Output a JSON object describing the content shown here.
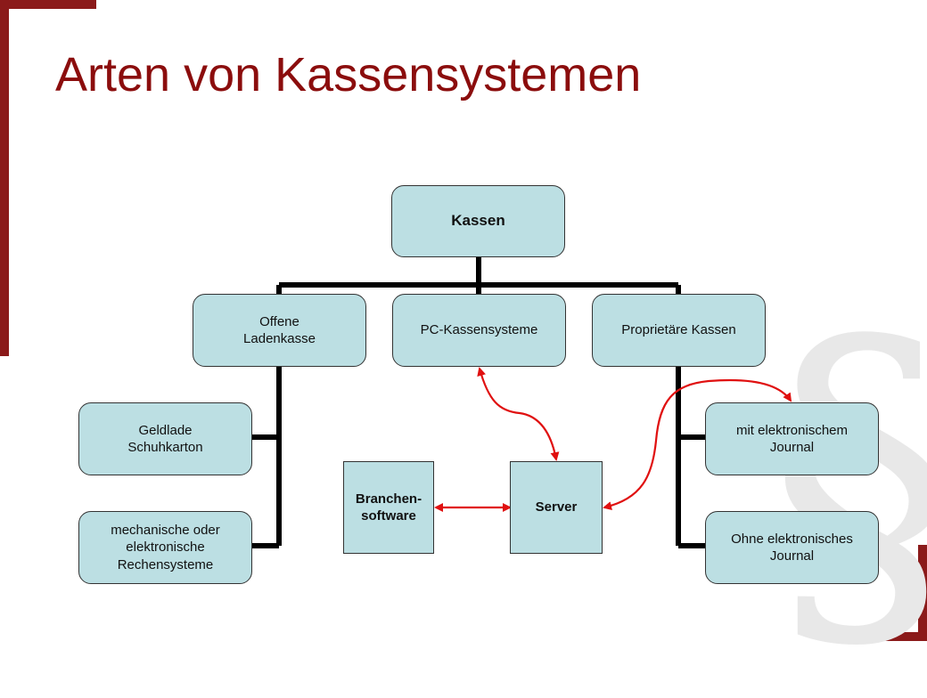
{
  "title": "Arten von Kassensystemen",
  "colors": {
    "accent": "#8b1a1a",
    "node_fill": "#bcdfe3",
    "connector": "#000000",
    "arrow": "#e01010"
  },
  "nodes": {
    "root": "Kassen",
    "offene": "Offene\nLadenkasse",
    "pc": "PC-Kassensysteme",
    "proprietaer": "Proprietäre Kassen",
    "geldlade": "Geldlade\nSchuhkarton",
    "mechanisch": "mechanische oder\nelektronische\nRechensysteme",
    "branchen": "Branchen-\nsoftware",
    "server": "Server",
    "mit_journal": "mit elektronischem\nJournal",
    "ohne_journal": "Ohne elektronisches\nJournal"
  },
  "watermark": "§"
}
